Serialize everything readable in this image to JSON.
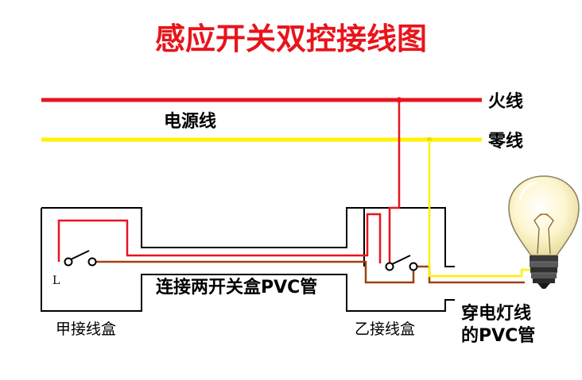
{
  "title": "感应开关双控接线图",
  "labels": {
    "live_wire": "火线",
    "neutral_wire": "零线",
    "power_line": "电源线",
    "pipe_between_boxes": "连接两开关盒PVC管",
    "box_a": "甲接线盒",
    "box_b": "乙接线盒",
    "lamp_pipe_line1": "穿电灯线",
    "lamp_pipe_line2": "的PVC管",
    "terminal_l": "L"
  },
  "colors": {
    "title": "#e8141c",
    "live": "#e8141c",
    "neutral": "#fff200",
    "traveler": "#a0410d",
    "outline": "#000000",
    "bulb_glass": "#fdf8d8",
    "bulb_base": "#2a2a2a"
  },
  "icons": {
    "bulb": "light-bulb-icon",
    "switch": "switch-symbol"
  }
}
